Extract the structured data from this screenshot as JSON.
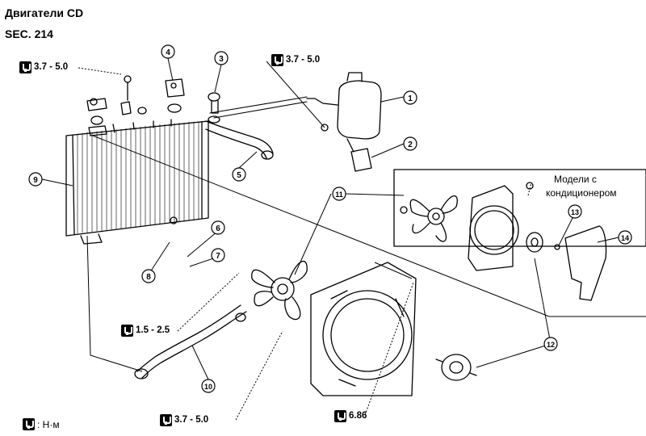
{
  "header": {
    "title": "Двигатели CD",
    "section": "SEC. 214"
  },
  "torque_specs": [
    {
      "id": "spec-top-left",
      "value": "3.7 - 5.0"
    },
    {
      "id": "spec-top-center",
      "value": "3.7 - 5.0"
    },
    {
      "id": "spec-middle-left",
      "value": "1.5 - 2.5"
    },
    {
      "id": "spec-bottom-center",
      "value": "3.7 - 5.0"
    },
    {
      "id": "spec-bottom-right",
      "value": "6.86"
    }
  ],
  "legend": {
    "unit": ": Н·м"
  },
  "ac_note": {
    "line1": "Модели с",
    "line2": "кондиционером"
  },
  "callouts": [
    "1",
    "2",
    "3",
    "4",
    "5",
    "6",
    "7",
    "8",
    "9",
    "10",
    "11",
    "12",
    "13",
    "14"
  ],
  "icons": {
    "torque": "torque-wrench-icon"
  }
}
